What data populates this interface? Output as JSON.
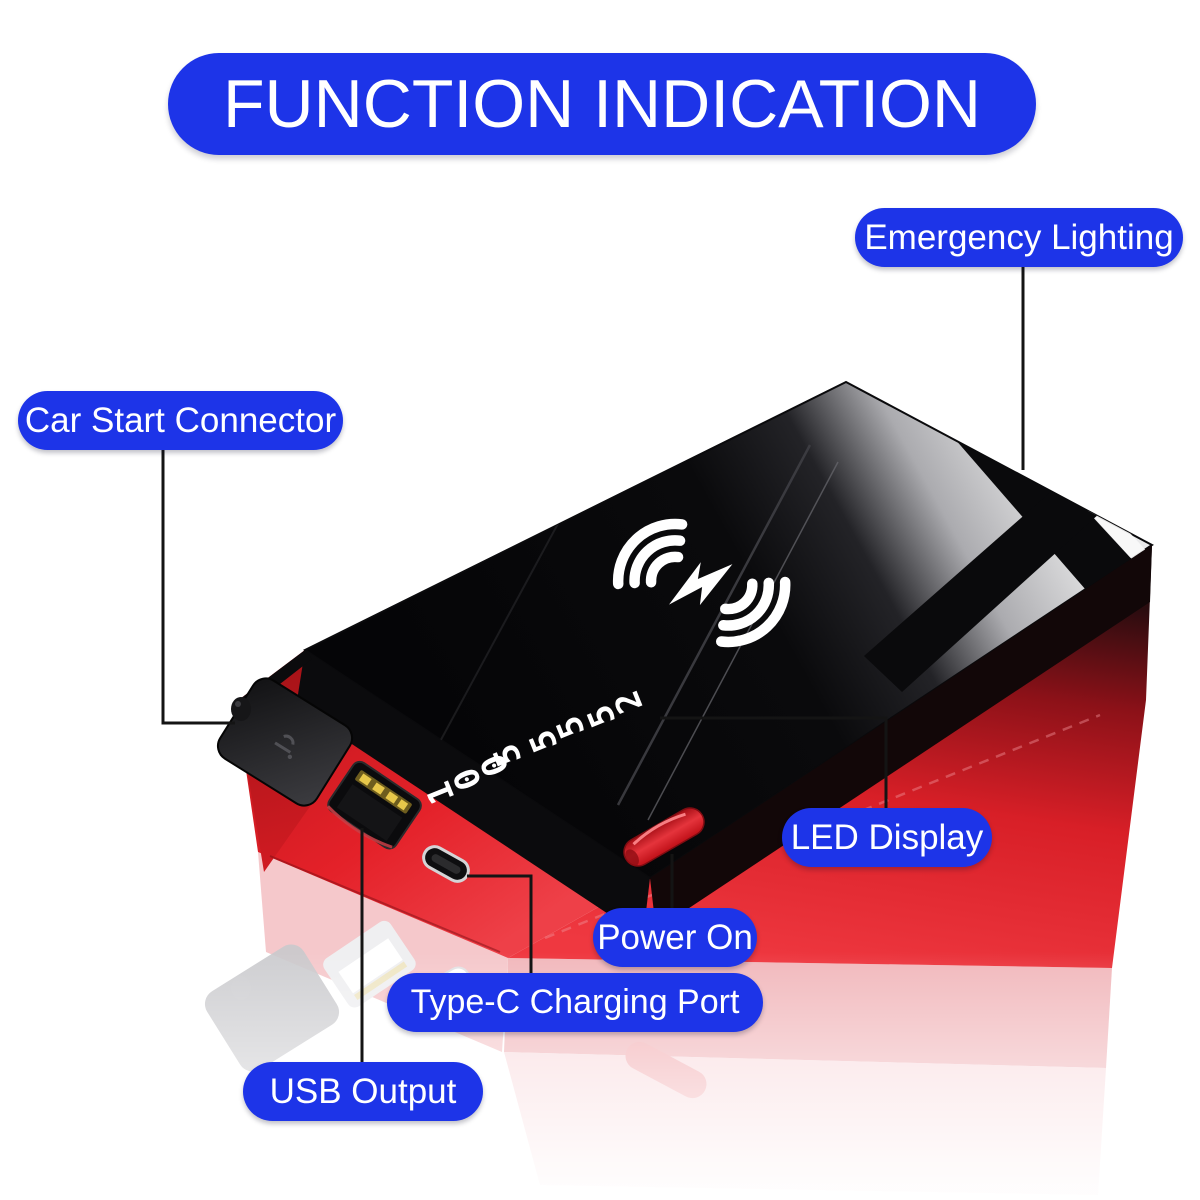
{
  "title": "FUNCTION INDICATION",
  "callouts": {
    "emergency_lighting": "Emergency Lighting",
    "car_start_connector": "Car Start Connector",
    "led_display": "LED Display",
    "power_on": "Power On",
    "type_c_charging_port": "Type-C Charging Port",
    "usb_output": "USB Output"
  },
  "device": {
    "led_segments": [
      "100",
      "5",
      "55",
      "52"
    ],
    "icons": {
      "top_glass": "wireless-charging-bolt-icon"
    }
  },
  "colors": {
    "callout_bg": "#1d34e8",
    "callout_text": "#ffffff",
    "body_red": "#e62229",
    "glass_dark": "#08080a",
    "glass_light": "#f3f3f4",
    "leader_line": "#141414",
    "led_text": "#ffffff",
    "reflection_pink": "#f3bcc0"
  }
}
